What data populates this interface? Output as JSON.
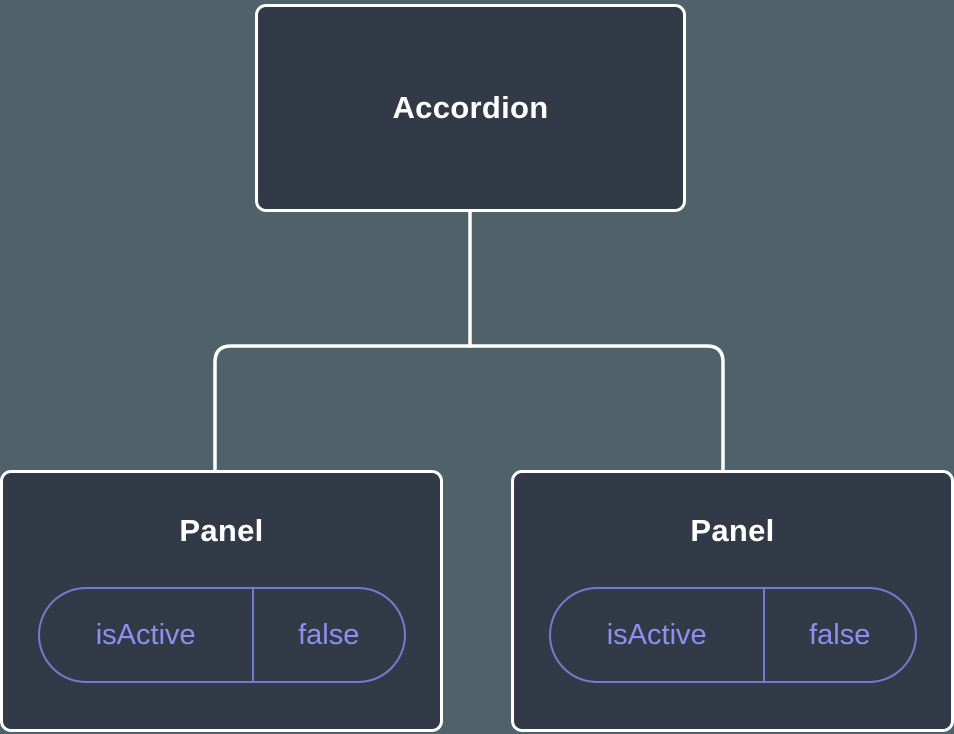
{
  "colors": {
    "background": "#4f6269",
    "node-fill": "#333a47",
    "node-border": "#ffffff",
    "connector": "#ffffff",
    "title-text": "#ffffff",
    "prop-border": "#767acd",
    "prop-text": "#8d90f0"
  },
  "tree": {
    "root": {
      "label": "Accordion"
    },
    "children": [
      {
        "label": "Panel",
        "prop": {
          "key": "isActive",
          "value": "false"
        }
      },
      {
        "label": "Panel",
        "prop": {
          "key": "isActive",
          "value": "false"
        }
      }
    ]
  }
}
